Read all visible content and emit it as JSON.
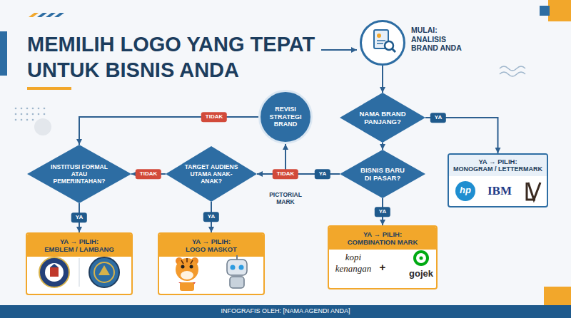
{
  "diagram": {
    "title": "MEMILIH LOGO YANG TEPAT UNTUK BISNIS ANDA",
    "caption": "INFOGRAFIS OLEH: [NAMA AGENDI ANDA]",
    "nodes": [
      {
        "text": [
          "MULAI: ANALISIS BRAND ANDA"
        ]
      },
      {
        "text": [
          "REVISI STRATEGI BRAND"
        ]
      },
      {
        "text": [
          "NAMA BRAND PANJANG?"
        ]
      },
      {
        "text": [
          "INSTITUSI FORMAL ATAU PEMERINTAHAN?"
        ]
      },
      {
        "text": [
          "TARGET AUDIENS UTAMA ANAK-ANAK?"
        ]
      },
      {
        "text": [
          "BISNIS BARU DI PASAR?"
        ]
      },
      {
        "text": [
          "YA → PILIH:",
          "MONOGRAM / LETTERMARK"
        ]
      },
      {
        "text": [
          "YA → PILIH:",
          "EMBLEM / LAMBANG"
        ]
      },
      {
        "text": [
          "YA → PILIH:",
          "LOGO MASKOT"
        ]
      },
      {
        "text": [
          "YA → PILIH:",
          "COMBINATION MARK"
        ]
      }
    ],
    "edges": [
      {
        "from": 0,
        "to": 2,
        "arrow": "to"
      },
      {
        "from": 2,
        "to": 6,
        "label": "YA",
        "arrow": "to"
      },
      {
        "from": 2,
        "to": 5,
        "arrow": "to"
      },
      {
        "from": 5,
        "to": 9,
        "label": "YA",
        "arrow": "to"
      },
      {
        "from": 5,
        "to": 4,
        "label": "TIDAK",
        "arrow": "to"
      },
      {
        "from": 5,
        "to": 1,
        "label": "YA",
        "arrow": "to"
      },
      {
        "from": 1,
        "to": 3,
        "label": "TIDAK",
        "arrow": "to"
      },
      {
        "from": 4,
        "to": 3,
        "label": "TIDAK",
        "arrow": "to"
      },
      {
        "from": 4,
        "to": 8,
        "label": "YA",
        "arrow": "to"
      },
      {
        "from": 3,
        "to": 7,
        "label": "YA",
        "arrow": "to"
      }
    ],
    "labels": [
      "PICTORIAL MARK",
      "hp",
      "IBM",
      "kopi kenangan",
      "+",
      "gojek"
    ]
  }
}
